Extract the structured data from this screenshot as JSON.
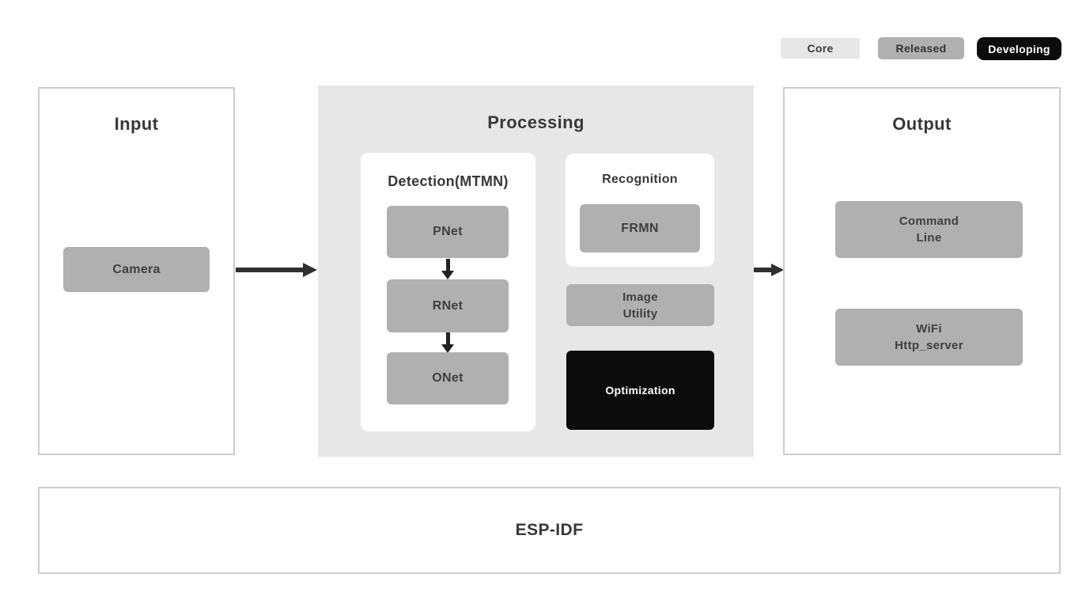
{
  "legend": {
    "core_label": "Core",
    "released_label": "Released",
    "developing_label": "Developing"
  },
  "colors": {
    "core_fill": "#e7e7e7",
    "released_fill": "#b0b0b0",
    "developing_fill": "#0c0c0c",
    "module_gray": "#b0b0b0",
    "module_black": "#0b0b0b",
    "processing_background": "#e7e7e7",
    "panel_border": "#cdcdcd",
    "arrow": "#2f2f2f",
    "text_dark": "#3a3a3a",
    "text_light": "#ffffff"
  },
  "input": {
    "title": "Input",
    "camera_label": "Camera"
  },
  "processing": {
    "title": "Processing",
    "detection": {
      "title": "Detection(MTMN)",
      "stages": [
        "PNet",
        "RNet",
        "ONet"
      ]
    },
    "recognition": {
      "title": "Recognition",
      "model_label": "FRMN"
    },
    "image_utility": {
      "line1": "Image",
      "line2": "Utility"
    },
    "optimization_label": "Optimization"
  },
  "output": {
    "title": "Output",
    "command_line": {
      "line1": "Command",
      "line2": "Line"
    },
    "wifi_server": {
      "line1": "WiFi",
      "line2": "Http_server"
    }
  },
  "foundation": {
    "title": "ESP-IDF"
  }
}
